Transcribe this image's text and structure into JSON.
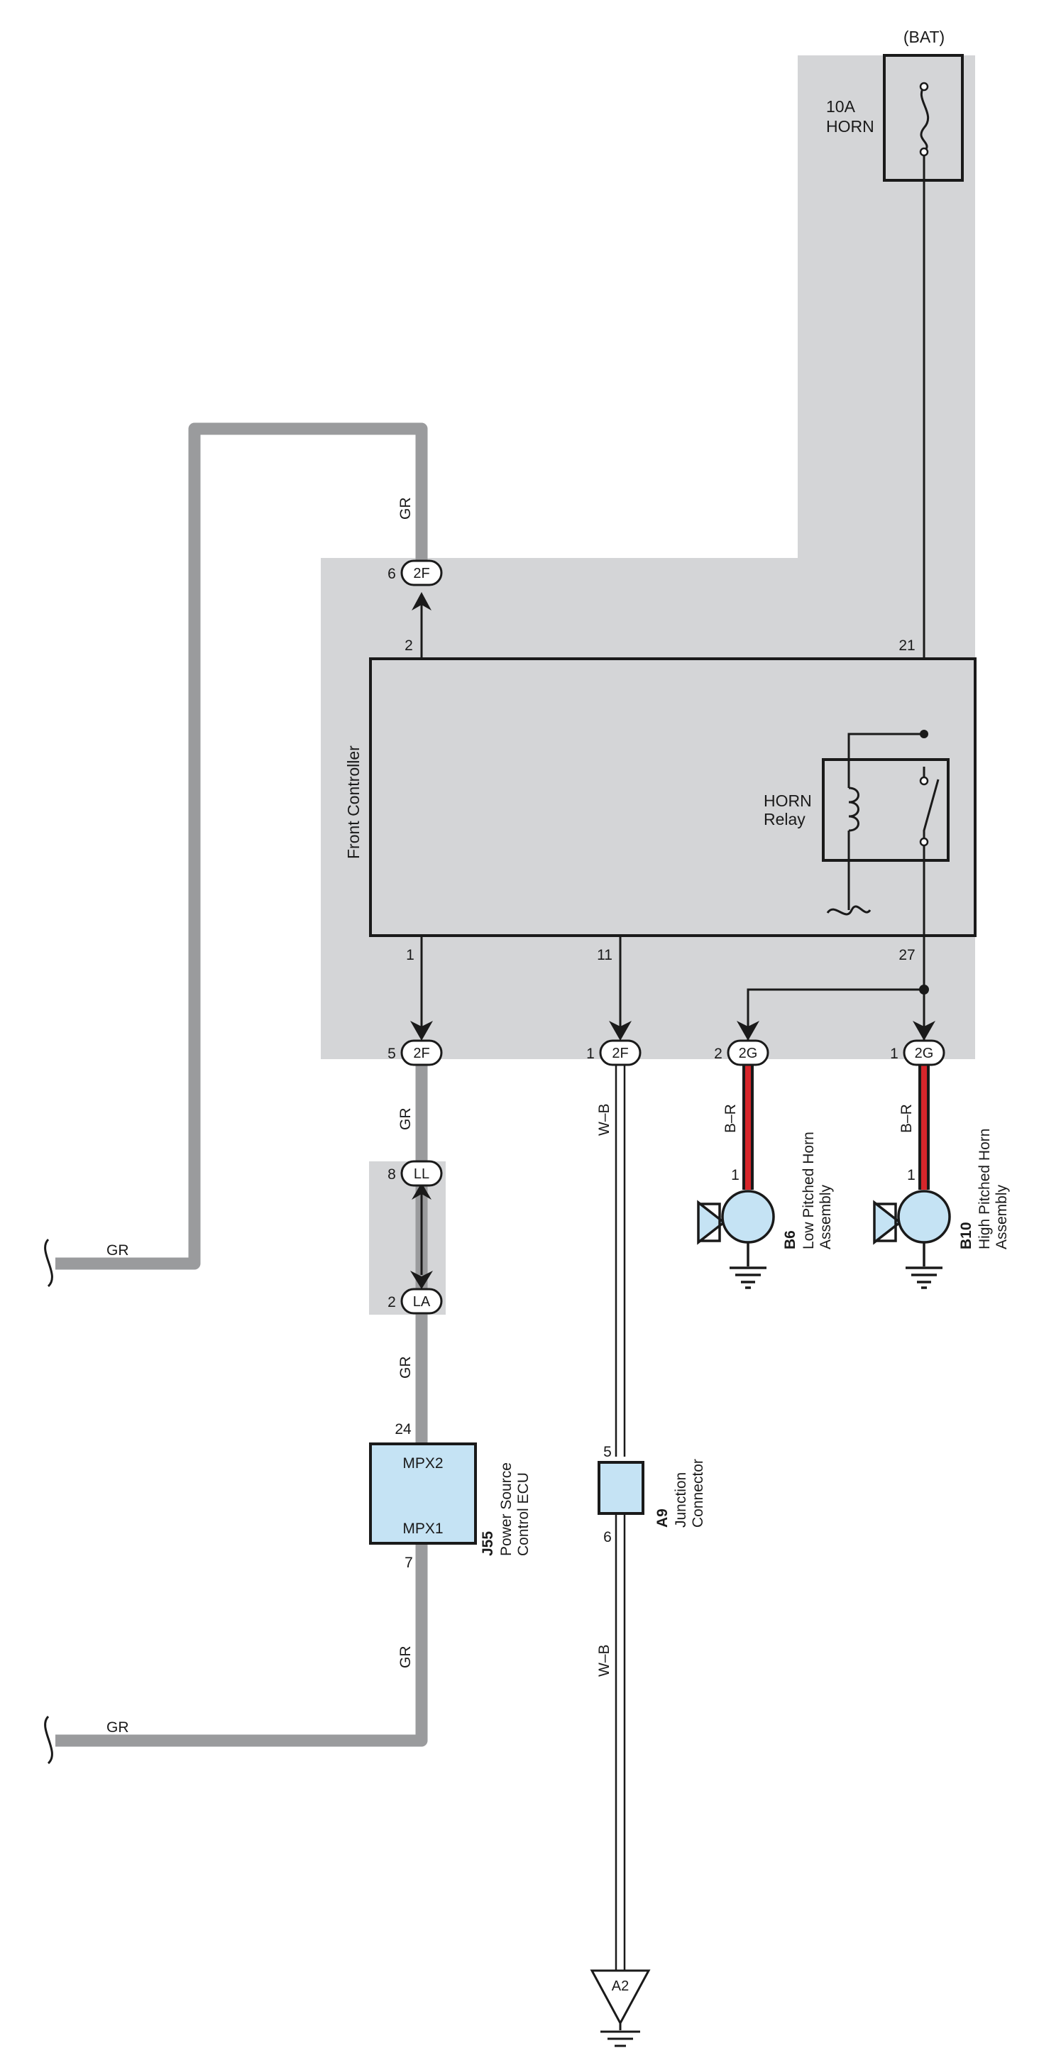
{
  "colors": {
    "shade": "#d4d5d7",
    "gray_wire": "#9a9b9d",
    "component_fill": "#c5e3f4",
    "red_wire": "#d6262b",
    "line": "#1a1a1a"
  },
  "power": {
    "source": "(BAT)",
    "fuse_amp": "10A",
    "fuse_name": "HORN"
  },
  "front_controller": {
    "name": "Front Controller",
    "pin_out": "2",
    "pin_power": "21",
    "pin_a": "1",
    "pin_b": "11",
    "pin_c": "27"
  },
  "relay": {
    "line1": "HORN",
    "line2": "Relay"
  },
  "connectors": {
    "c2f_top": {
      "code": "2F",
      "pin": "6"
    },
    "c2f_left": {
      "code": "2F",
      "pin": "5"
    },
    "c2f_mid": {
      "code": "2F",
      "pin": "1"
    },
    "c2g_low": {
      "code": "2G",
      "pin": "2"
    },
    "c2g_high": {
      "code": "2G",
      "pin": "1"
    },
    "cll": {
      "code": "LL",
      "pin": "8"
    },
    "cla": {
      "code": "LA",
      "pin": "2"
    }
  },
  "wires": {
    "gr_top": "GR",
    "gr_left_upper": "GR",
    "gr_mid1": "GR",
    "gr_mid2": "GR",
    "gr_lower": "GR",
    "gr_left_lower": "GR",
    "wb_upper": "W–B",
    "wb_lower": "W–B",
    "br_low": "B–R",
    "br_high": "B–R"
  },
  "horns": {
    "low": {
      "id": "B6",
      "line1": "Low Pitched Horn",
      "line2": "Assembly",
      "pin": "1"
    },
    "high": {
      "id": "B10",
      "line1": "High Pitched Horn",
      "line2": "Assembly",
      "pin": "1"
    }
  },
  "ecu": {
    "id": "J55",
    "line1": "Power Source",
    "line2": "Control ECU",
    "port_top": "MPX2",
    "port_bottom": "MPX1",
    "pin_top": "24",
    "pin_bottom": "7"
  },
  "junction": {
    "id": "A9",
    "line1": "Junction",
    "line2": "Connector",
    "pin_top": "5",
    "pin_bottom": "6"
  },
  "ground": {
    "label": "A2"
  }
}
